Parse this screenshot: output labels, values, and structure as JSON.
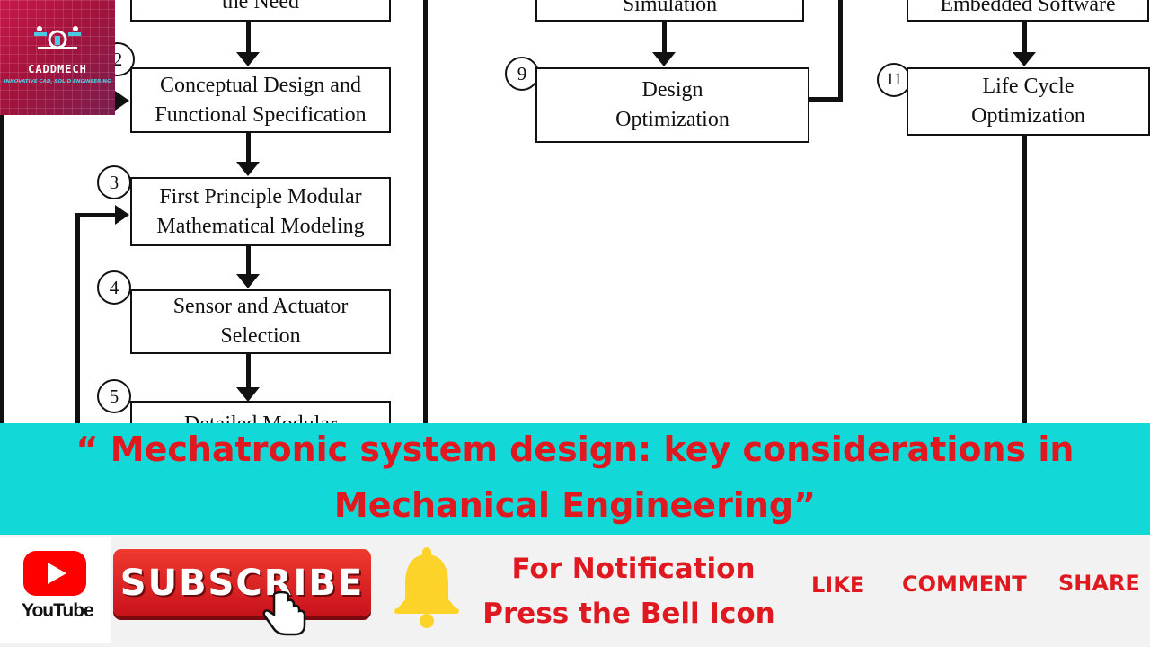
{
  "diagram": {
    "nodes": [
      {
        "id": "need",
        "lines": [
          "the Need"
        ]
      },
      {
        "id": "step-2",
        "number": "2",
        "lines": [
          "Conceptual Design and",
          "Functional Specification"
        ]
      },
      {
        "id": "step-3",
        "number": "3",
        "lines": [
          "First Principle Modular",
          "Mathematical Modeling"
        ]
      },
      {
        "id": "step-4",
        "number": "4",
        "lines": [
          "Sensor and Actuator",
          "Selection"
        ]
      },
      {
        "id": "step-5",
        "number": "5",
        "lines": [
          "Detailed Modular"
        ]
      },
      {
        "id": "simulation",
        "lines": [
          "Simulation"
        ]
      },
      {
        "id": "step-9",
        "number": "9",
        "lines": [
          "Design",
          "Optimization"
        ]
      },
      {
        "id": "embedded",
        "lines": [
          "Embedded Software"
        ]
      },
      {
        "id": "step-11",
        "number": "11",
        "lines": [
          "Life Cycle",
          "Optimization"
        ]
      }
    ],
    "edges": [
      [
        "need",
        "step-2"
      ],
      [
        "step-2",
        "step-3"
      ],
      [
        "step-3",
        "step-4"
      ],
      [
        "step-4",
        "step-5"
      ],
      [
        "simulation",
        "step-9"
      ],
      [
        "embedded",
        "step-11"
      ]
    ]
  },
  "logo": {
    "brand": "CADDMECH",
    "tagline": "INNOVATIVE CAD, SOLID ENGINEERING",
    "icon": "gear-tools-icon"
  },
  "banner": {
    "line1": "“ Mechatronic system design: key considerations in",
    "line2": "Mechanical Engineering”"
  },
  "footer": {
    "youtube_label": "YouTube",
    "subscribe_label": "SUBSCRIBE",
    "notification_line1": "For Notification",
    "notification_line2": "Press the Bell Icon",
    "like_label": "LIKE",
    "comment_label": "COMMENT",
    "share_label": "SHARE",
    "icons": [
      "youtube-play-icon",
      "hand-cursor-icon",
      "bell-icon"
    ]
  },
  "colors": {
    "banner_bg": "#13d8d8",
    "title_red": "#e0181f",
    "subscribe_red": "#d9161f",
    "bell_yellow": "#fdd32a",
    "logo_magenta": "#b5174a"
  }
}
